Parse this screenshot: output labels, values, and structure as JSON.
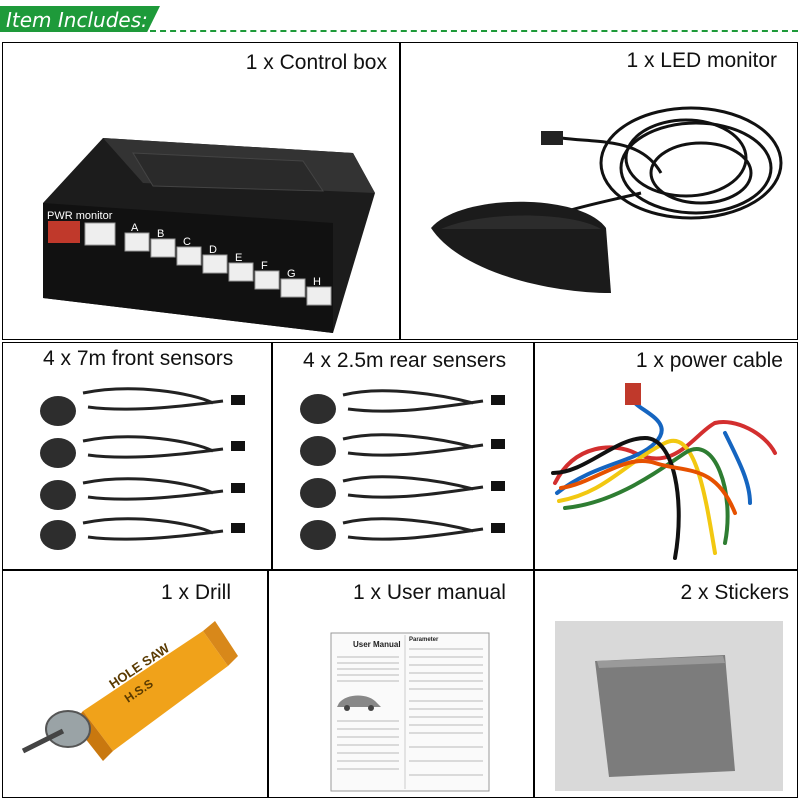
{
  "banner": {
    "title": "Item Includes:"
  },
  "items": {
    "control_box": "1 x Control box",
    "led_monitor": "1 x LED monitor",
    "front_sensors": "4 x 7m front sensors",
    "rear_sensors": "4 x 2.5m rear sensers",
    "power_cable": "1 x power cable",
    "drill": "1 x Drill",
    "user_manual": "1 x User manual",
    "stickers": "2 x Stickers"
  },
  "control_box": {
    "pwr_label": "PWR monitor",
    "ports": [
      "A",
      "B",
      "C",
      "D",
      "E",
      "F",
      "G",
      "H"
    ]
  },
  "drill": {
    "line1": "HOLE SAW",
    "line2": "H.S.S"
  },
  "manual": {
    "title": "User Manual",
    "parameter": "Parameter"
  },
  "colors": {
    "banner": "#1e9a3a",
    "drill_box": "#f0a21a"
  }
}
